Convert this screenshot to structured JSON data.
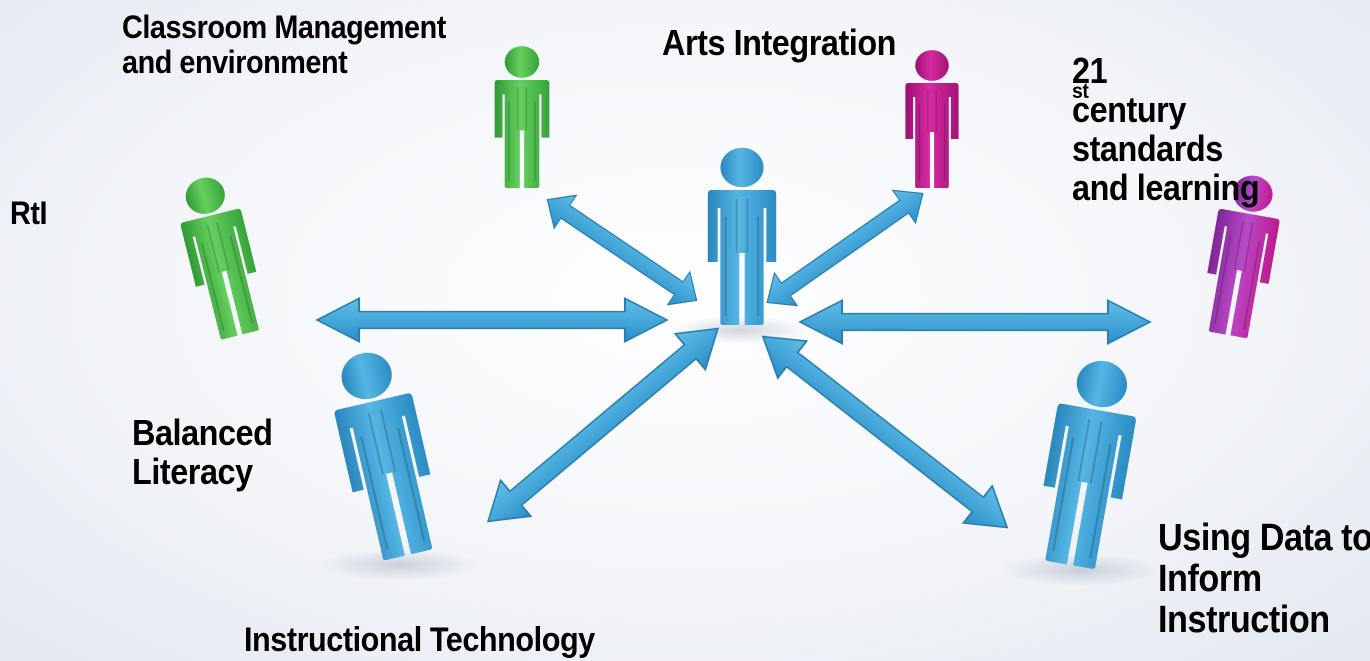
{
  "colors": {
    "blue": "#3fa3d6",
    "green": "#4cbb4a",
    "magenta": "#c0198e",
    "violet": "#a23ab4",
    "arrow": "#3aa0d8"
  },
  "labels": {
    "classroom": [
      "Classroom Management",
      "and environment"
    ],
    "arts": [
      "Arts Integration"
    ],
    "century": {
      "num": "21",
      "sup": "st",
      "line1_rest": " century",
      "line2": "standards",
      "line3": "and learning"
    },
    "rti": [
      "RtI"
    ],
    "balanced": [
      "Balanced",
      "Literacy"
    ],
    "instructional_tech": [
      "Instructional Technology"
    ],
    "data": [
      "Using Data to",
      "Inform",
      "Instruction"
    ]
  }
}
